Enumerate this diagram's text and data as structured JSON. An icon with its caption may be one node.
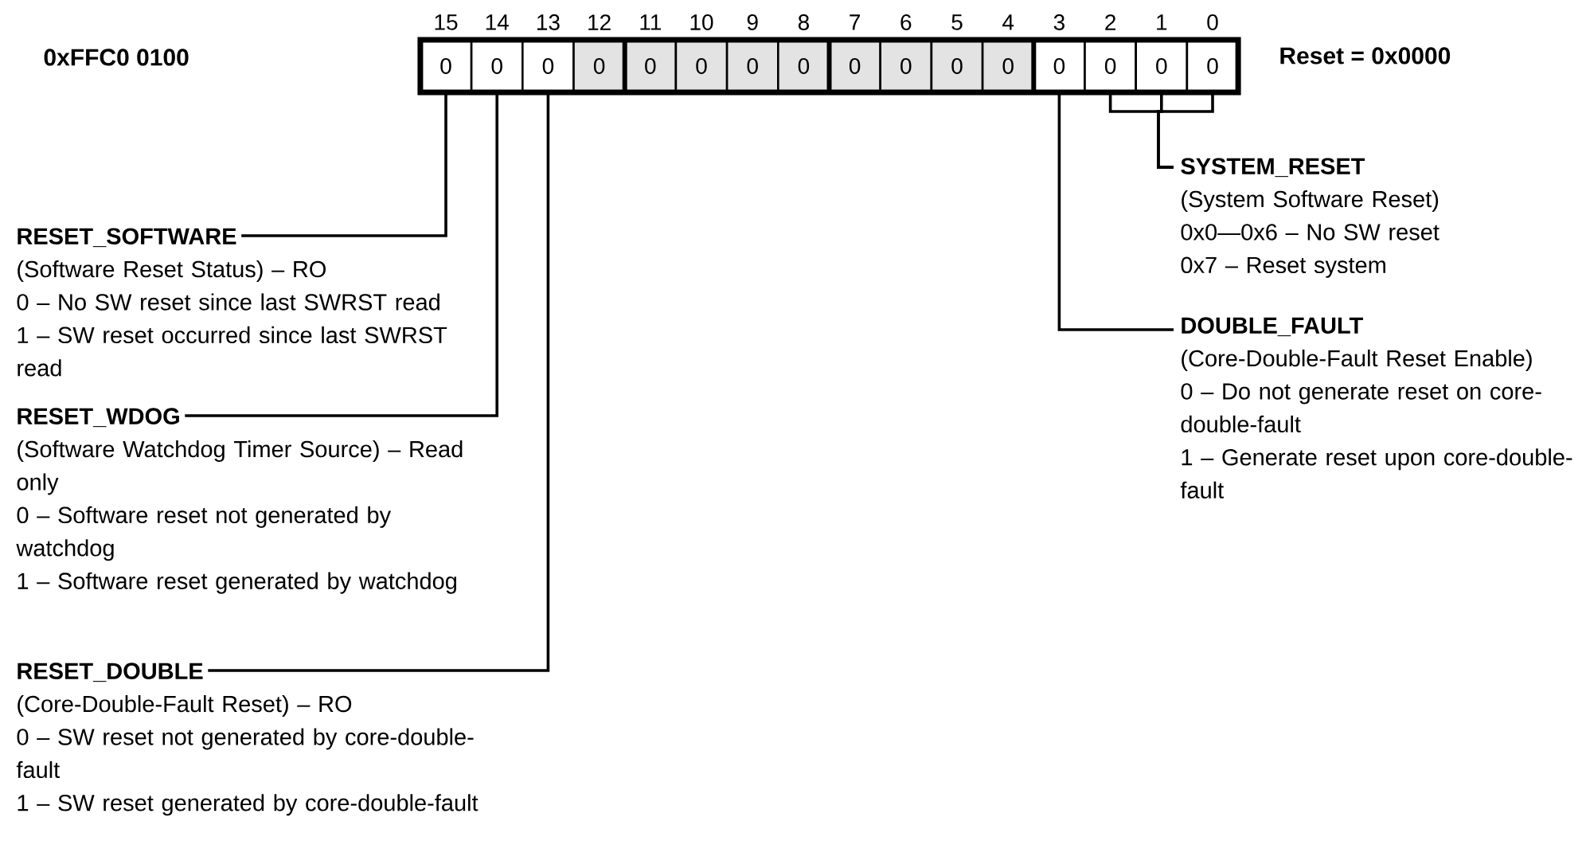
{
  "diagram": {
    "nodes": [
      {
        "text": [
          "0"
        ],
        "beside": [
          "15"
        ]
      },
      {
        "text": [
          "0"
        ],
        "beside": [
          "14"
        ]
      },
      {
        "text": [
          "0"
        ],
        "beside": [
          "13"
        ]
      },
      {
        "text": [
          "0"
        ],
        "beside": [
          "12"
        ]
      },
      {
        "text": [
          "0"
        ],
        "beside": [
          "11"
        ]
      },
      {
        "text": [
          "0"
        ],
        "beside": [
          "10"
        ]
      },
      {
        "text": [
          "0"
        ],
        "beside": [
          "9"
        ]
      },
      {
        "text": [
          "0"
        ],
        "beside": [
          "8"
        ]
      },
      {
        "text": [
          "0"
        ],
        "beside": [
          "7"
        ]
      },
      {
        "text": [
          "0"
        ],
        "beside": [
          "6"
        ]
      },
      {
        "text": [
          "0"
        ],
        "beside": [
          "5"
        ]
      },
      {
        "text": [
          "0"
        ],
        "beside": [
          "4"
        ]
      },
      {
        "text": [
          "0"
        ],
        "beside": [
          "3"
        ]
      },
      {
        "text": [
          "0"
        ],
        "beside": [
          "2"
        ]
      },
      {
        "text": [
          "0"
        ],
        "beside": [
          "1"
        ]
      },
      {
        "text": [
          "0"
        ],
        "beside": [
          "0"
        ]
      },
      {
        "text": [
          "RESET_SOFTWARE",
          "(Software Reset Status) – RO",
          "0 – No SW reset since last SWRST read",
          "1 – SW reset occurred since last SWRST read"
        ]
      },
      {
        "text": [
          "RESET_WDOG",
          "(Software Watchdog Timer Source) – Read only",
          "0 – Software reset not generated by watchdog",
          "1 – Software reset generated by watchdog"
        ]
      },
      {
        "text": [
          "RESET_DOUBLE",
          "(Core-Double-Fault Reset) – RO",
          "0 – SW reset not generated by core-double-fault",
          "1 – SW reset generated by core-double-fault"
        ]
      },
      {
        "text": [
          "SYSTEM_RESET",
          "(System Software Reset)",
          "0x0—0x6 – No SW reset",
          "0x7 – Reset system"
        ]
      },
      {
        "text": [
          "DOUBLE_FAULT",
          "(Core-Double-Fault Reset Enable)",
          "0 – Do not generate reset on core-double-fault",
          "1 – Generate reset upon core-double-fault"
        ]
      }
    ],
    "edges": [
      {
        "from": 16,
        "to": 0,
        "arrow": "none"
      },
      {
        "from": 17,
        "to": 1,
        "arrow": "none"
      },
      {
        "from": 18,
        "to": 2,
        "arrow": "none"
      },
      {
        "from": 19,
        "to": 13,
        "arrow": "none"
      },
      {
        "from": 19,
        "to": 14,
        "arrow": "none"
      },
      {
        "from": 19,
        "to": 15,
        "arrow": "none"
      },
      {
        "from": 20,
        "to": 12,
        "arrow": "none"
      }
    ],
    "labels": [
      "0xFFC0 0100",
      "Reset = 0x0000"
    ]
  }
}
